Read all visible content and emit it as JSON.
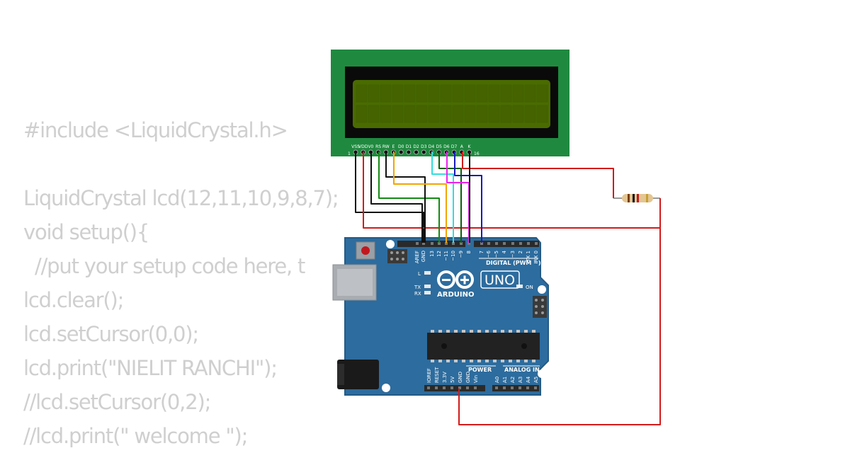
{
  "code": {
    "lines": [
      "#include <LiquidCrystal.h>",
      "",
      "LiquidCrystal lcd(12,11,10,9,8,7);",
      "void setup(){",
      "  //put your setup code here, t",
      "lcd.clear();",
      "lcd.setCursor(0,0);",
      "lcd.print(\"NIELIT RANCHI\");",
      "//lcd.setCursor(0,2);",
      "//lcd.print(\" welcome \");"
    ]
  },
  "lcd": {
    "pin_labels": [
      "VSS",
      "VDD",
      "V0",
      "RS",
      "RW",
      "E",
      "D0",
      "D1",
      "D2",
      "D3",
      "D4",
      "D5",
      "D6",
      "D7",
      "A",
      "K"
    ],
    "pin_first": "1",
    "pin_last": "16",
    "colors": {
      "board": "#1f8a3f",
      "bezel": "#0a0a0a",
      "screen": "#4a6b00"
    }
  },
  "arduino": {
    "header_left": [
      "AREF",
      "GND",
      "13",
      "12",
      "~11",
      "~10",
      "~9",
      "8"
    ],
    "header_right": [
      "7",
      "~6",
      "~5",
      "4",
      "~3",
      "2",
      "TX 1",
      "RX 0"
    ],
    "digital_label": "DIGITAL (PWM ~)",
    "brand": "ARDUINO",
    "model": "UNO",
    "on_label": "ON",
    "l_label": "L",
    "tx_label": "TX",
    "rx_label": "RX",
    "power_label": "POWER",
    "analog_label": "ANALOG IN",
    "power_pins": [
      "IOREF",
      "RESET",
      "3.3V",
      "5V",
      "GND",
      "GND",
      "Vin"
    ],
    "analog_pins": [
      "A0",
      "A1",
      "A2",
      "A3",
      "A4",
      "A5"
    ],
    "colors": {
      "board": "#2d6c9e",
      "board_edge": "#245b86"
    }
  },
  "wires": {
    "colors": {
      "black": "#111111",
      "red": "#d31a1a",
      "green": "#138a13",
      "orange": "#f2a500",
      "cyan": "#33dddd",
      "magenta": "#ee22ee",
      "blue": "#1a1ab8",
      "dark_green": "#0b5e0b"
    }
  }
}
